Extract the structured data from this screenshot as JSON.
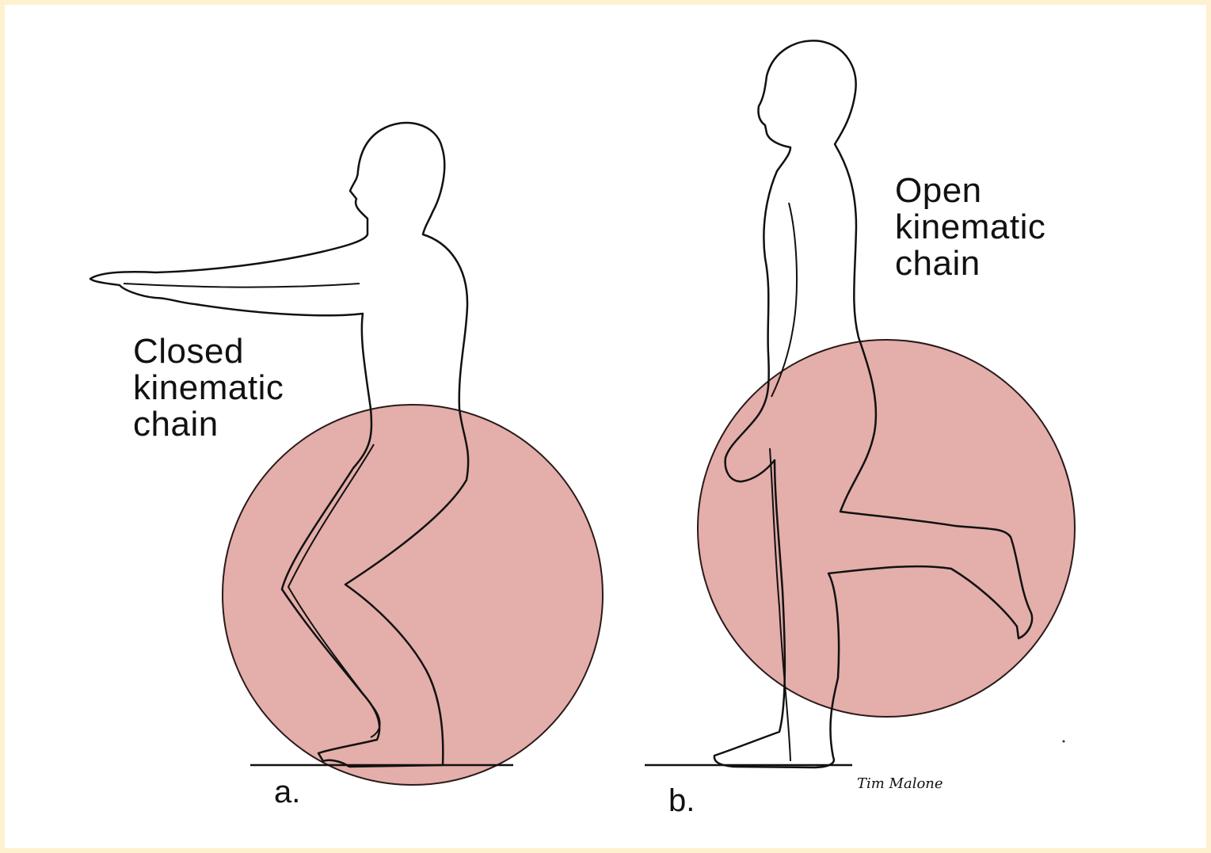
{
  "panel_a": {
    "caption": "Closed\nkinematic\nchain",
    "letter": "a."
  },
  "panel_b": {
    "caption": "Open\nkinematic\nchain",
    "letter": "b."
  },
  "signature": "Tim Malone",
  "colors": {
    "frame": "#fdf1cf",
    "sphere_fill": "#e4aeaa",
    "sphere_stroke": "#2a1a1a",
    "line_art": "#111111"
  }
}
